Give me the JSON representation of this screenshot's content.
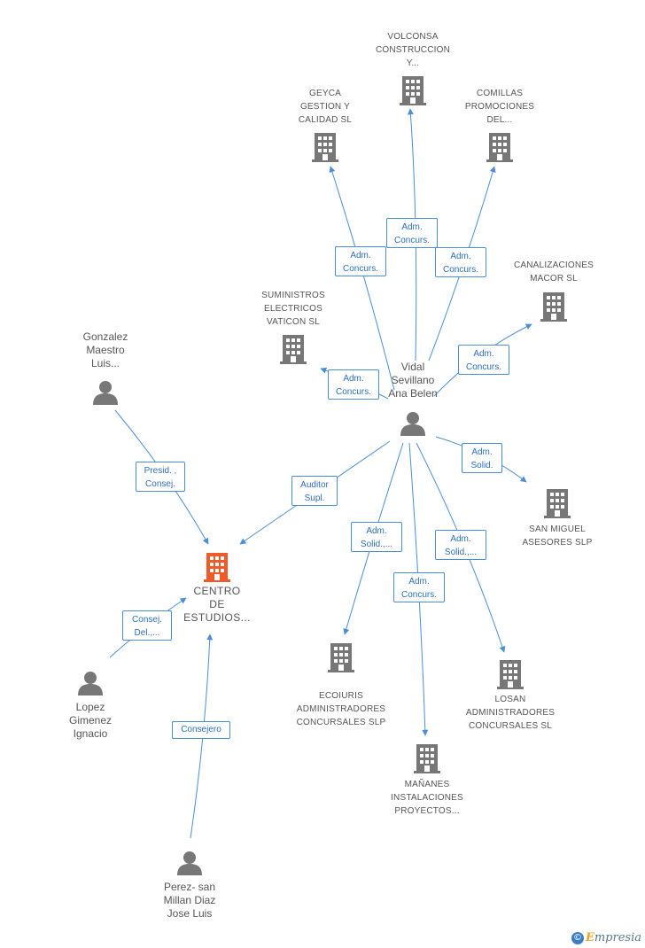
{
  "colors": {
    "edge": "#4a8fd6",
    "icon": "#777777",
    "main_icon": "#f05a28",
    "label": "#555555"
  },
  "nodes": {
    "volconsa": {
      "label": "VOLCONSA\nCONSTRUCCION\nY...",
      "icon": "building-icon"
    },
    "geyca": {
      "label": "GEYCA\nGESTION Y\nCALIDAD SL",
      "icon": "building-icon"
    },
    "comillas": {
      "label": "COMILLAS\nPROMOCIONES\nDEL...",
      "icon": "building-icon"
    },
    "canalizaciones": {
      "label": "CANALIZACIONES\nMACOR SL",
      "icon": "building-icon"
    },
    "suministros": {
      "label": "SUMINISTROS\nELECTRICOS\nVATICON SL",
      "icon": "building-icon"
    },
    "vidal": {
      "label": "Vidal\nSevillano\nAna Belen",
      "icon": "person-icon"
    },
    "gonzalez": {
      "label": "Gonzalez\nMaestro\nLuis...",
      "icon": "person-icon"
    },
    "san_miguel": {
      "label": "SAN MIGUEL\nASESORES SLP",
      "icon": "building-icon"
    },
    "centro": {
      "label": "CENTRO\nDE\nESTUDIOS...",
      "icon": "building-icon"
    },
    "ecoiuris": {
      "label": "ECOIURIS\nADMINISTRADORES\nCONCURSALES SLP",
      "icon": "building-icon"
    },
    "losan": {
      "label": "LOSAN\nADMINISTRADORES\nCONCURSALES SL",
      "icon": "building-icon"
    },
    "lopez": {
      "label": "Lopez\nGimenez\nIgnacio",
      "icon": "person-icon"
    },
    "manyanes": {
      "label": "MAÑANES\nINSTALACIONES\nPROYECTOS...",
      "icon": "building-icon"
    },
    "perez": {
      "label": "Perez- san\nMillan Diaz\nJose Luis",
      "icon": "person-icon"
    }
  },
  "edges": [
    {
      "id": "e_geyca",
      "from": "vidal",
      "to": "geyca",
      "label": "Adm.\nConcurs."
    },
    {
      "id": "e_volconsa",
      "from": "vidal",
      "to": "volconsa",
      "label": "Adm.\nConcurs."
    },
    {
      "id": "e_comillas",
      "from": "vidal",
      "to": "comillas",
      "label": "Adm.\nConcurs."
    },
    {
      "id": "e_canal",
      "from": "vidal",
      "to": "canalizaciones",
      "label": "Adm.\nConcurs."
    },
    {
      "id": "e_sumin",
      "from": "vidal",
      "to": "suministros",
      "label": "Adm.\nConcurs."
    },
    {
      "id": "e_sanmig",
      "from": "vidal",
      "to": "san_miguel",
      "label": "Adm.\nSolid."
    },
    {
      "id": "e_auditor",
      "from": "vidal",
      "to": "centro",
      "label": "Auditor\nSupl."
    },
    {
      "id": "e_ecoiuris",
      "from": "vidal",
      "to": "ecoiuris",
      "label": "Adm.\nSolid.,..."
    },
    {
      "id": "e_manyanes",
      "from": "vidal",
      "to": "manyanes",
      "label": "Adm.\nConcurs."
    },
    {
      "id": "e_losan",
      "from": "vidal",
      "to": "losan",
      "label": "Adm.\nSolid.,..."
    },
    {
      "id": "e_gonz",
      "from": "gonzalez",
      "to": "centro",
      "label": "Presid. ,\nConsej."
    },
    {
      "id": "e_lopez",
      "from": "lopez",
      "to": "centro",
      "label": "Consej.\nDel.,..."
    },
    {
      "id": "e_perez",
      "from": "perez",
      "to": "centro",
      "label": "Consejero"
    }
  ],
  "brand": {
    "copyright": "©",
    "name_initial": "E",
    "name_rest": "mpresia"
  }
}
